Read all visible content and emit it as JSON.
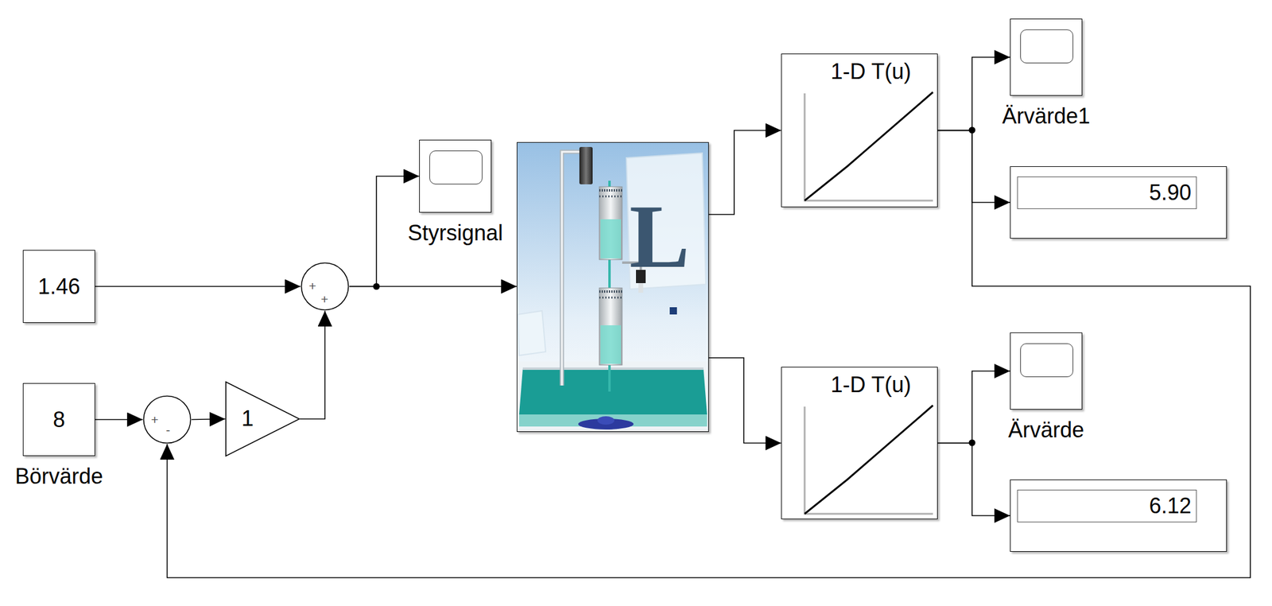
{
  "diagram": {
    "nodes": [
      {
        "text": [
          "1.46"
        ]
      },
      {
        "text": [
          "8",
          "Börvärde"
        ]
      },
      {
        "text": [
          "+",
          "-"
        ]
      },
      {
        "text": [
          "1"
        ]
      },
      {
        "text": [
          "+",
          "+"
        ]
      },
      {
        "text": [
          "Styrsignal"
        ]
      },
      {
        "text": [
          "L"
        ]
      },
      {
        "text": [
          "1-D T(u)"
        ]
      },
      {
        "text": [
          "1-D T(u)"
        ]
      },
      {
        "text": [
          "Ärvärde1"
        ]
      },
      {
        "text": [
          "5.90"
        ]
      },
      {
        "text": [
          "Ärvärde"
        ]
      },
      {
        "text": [
          "6.12"
        ]
      }
    ],
    "edges": [
      {
        "from": 0,
        "to": 4,
        "arrow": "to"
      },
      {
        "from": 1,
        "to": 2,
        "arrow": "to"
      },
      {
        "from": 2,
        "to": 3,
        "arrow": "to"
      },
      {
        "from": 3,
        "to": 4,
        "arrow": "to"
      },
      {
        "from": 4,
        "to": 5,
        "arrow": "to"
      },
      {
        "from": 4,
        "to": 6,
        "arrow": "to"
      },
      {
        "from": 6,
        "to": 7,
        "arrow": "to"
      },
      {
        "from": 6,
        "to": 8,
        "arrow": "to"
      },
      {
        "from": 7,
        "to": 9,
        "arrow": "to"
      },
      {
        "from": 7,
        "to": 10,
        "arrow": "to"
      },
      {
        "from": 7,
        "to": 2,
        "arrow": "to"
      },
      {
        "from": 8,
        "to": 11,
        "arrow": "to"
      },
      {
        "from": 8,
        "to": 12,
        "arrow": "to"
      }
    ]
  }
}
